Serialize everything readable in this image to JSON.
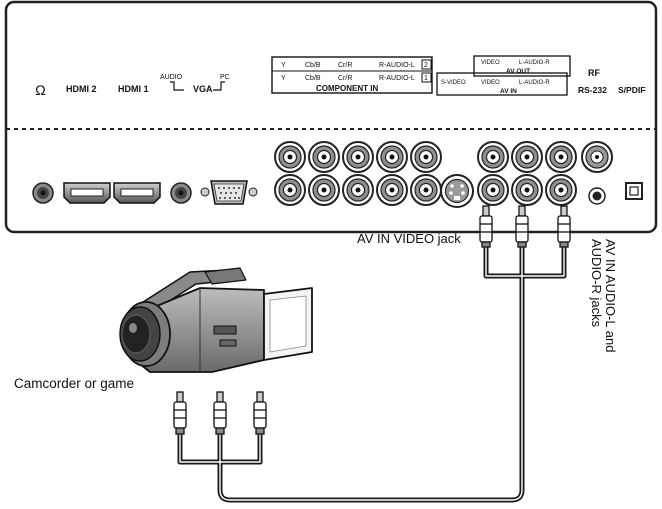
{
  "panel": {
    "labels": {
      "headphone": "Ω",
      "hdmi2": "HDMI 2",
      "hdmi1": "HDMI 1",
      "audio": "AUDIO",
      "vga": "VGA",
      "pc": "PC",
      "rf": "RF",
      "rs232": "RS-232",
      "spdif": "S/PDIF"
    },
    "component": {
      "row1": [
        "Y",
        "Cb/B",
        "Cr/R",
        "R-AUDIO-L",
        "2"
      ],
      "row2": [
        "Y",
        "Cb/B",
        "Cr/R",
        "R-AUDIO-L",
        "1"
      ],
      "title": "COMPONENT IN"
    },
    "av": {
      "out_video": "VIDEO",
      "out_audio": "L-AUDIO-R",
      "out_title": "AV OUT",
      "in_svideo": "S-VIDEO",
      "in_video": "VIDEO",
      "in_audio": "L-AUDIO-R",
      "in_title": "AV IN"
    }
  },
  "captions": {
    "av_in_video": "AV IN VIDEO jack",
    "av_in_audio_line1": "AV IN AUDIO-L and",
    "av_in_audio_line2": "AUDIO-R jacks",
    "camcorder": "Camcorder or game"
  }
}
